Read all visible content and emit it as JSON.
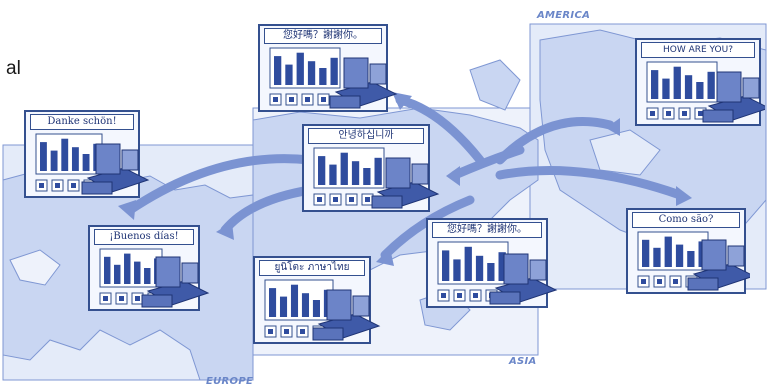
{
  "side_text": "al",
  "region_labels": {
    "america": "AMERICA",
    "asia": "ASIA",
    "europe": "EUROPE"
  },
  "cards": [
    {
      "id": "chinese-top",
      "title": "您好嗎？謝謝你。"
    },
    {
      "id": "korean",
      "title": "안녕하십니까"
    },
    {
      "id": "german",
      "title": "Danke schön!"
    },
    {
      "id": "spanish",
      "title": "¡Buenos días!"
    },
    {
      "id": "thai",
      "title": "ยูนิโตะ ภาษาไทย"
    },
    {
      "id": "chinese-bottom",
      "title": "您好嗎？謝謝你。"
    },
    {
      "id": "english",
      "title": "HOW ARE YOU?"
    },
    {
      "id": "portuguese",
      "title": "Como são?"
    }
  ],
  "colors": {
    "map_fill": "#c9d6f2",
    "map_line": "#7f97d3",
    "arrow": "#7b93d2",
    "card_border": "#34508f",
    "bar": "#2f4c9e",
    "machine": "#3f5aa8"
  }
}
